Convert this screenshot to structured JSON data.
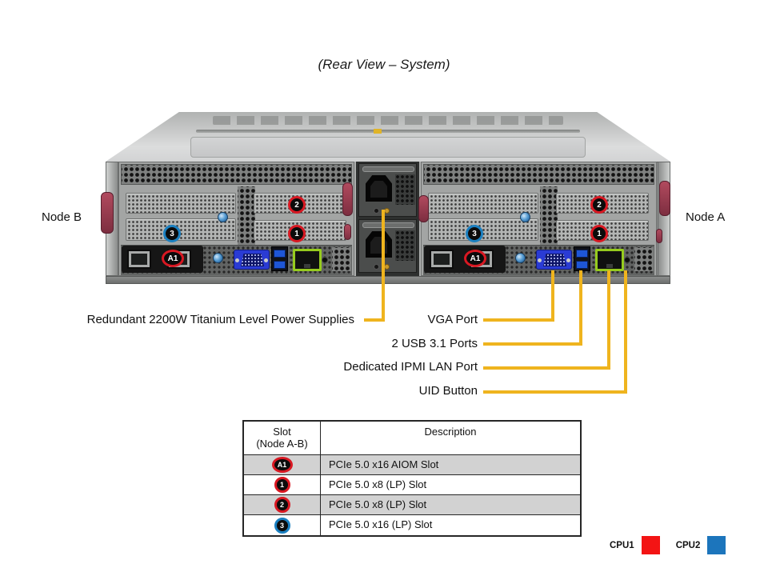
{
  "title": "(Rear View – System)",
  "node_labels": {
    "left": "Node B",
    "right": "Node A"
  },
  "callouts": {
    "psu": "Redundant 2200W Titanium Level Power Supplies",
    "vga": "VGA Port",
    "usb": "2 USB 3.1 Ports",
    "ipmi": "Dedicated IPMI LAN Port",
    "uid": "UID Button"
  },
  "badges": {
    "aiom": "A1",
    "slot1": "1",
    "slot2": "2",
    "slot3": "3"
  },
  "slot_table": {
    "header": {
      "slot_title": "Slot",
      "slot_subtitle": "(Node A-B)",
      "description": "Description"
    },
    "rows": [
      {
        "slot": "A1",
        "ring_color": "#d81822",
        "description": "PCIe 5.0 x16 AIOM Slot",
        "shaded": true
      },
      {
        "slot": "1",
        "ring_color": "#d81822",
        "description": "PCIe 5.0 x8 (LP) Slot",
        "shaded": false
      },
      {
        "slot": "2",
        "ring_color": "#d81822",
        "description": "PCIe 5.0 x8 (LP) Slot",
        "shaded": true
      },
      {
        "slot": "3",
        "ring_color": "#1a7fc0",
        "description": "PCIe 5.0 x16 (LP) Slot",
        "shaded": false
      }
    ]
  },
  "legend": {
    "cpu1": {
      "label": "CPU1",
      "color": "#f31414"
    },
    "cpu2": {
      "label": "CPU2",
      "color": "#1c75bc"
    }
  },
  "colors": {
    "callout_line": "#efb41e",
    "badge_ring_red": "#d81822",
    "badge_ring_blue": "#1a7fc0"
  }
}
